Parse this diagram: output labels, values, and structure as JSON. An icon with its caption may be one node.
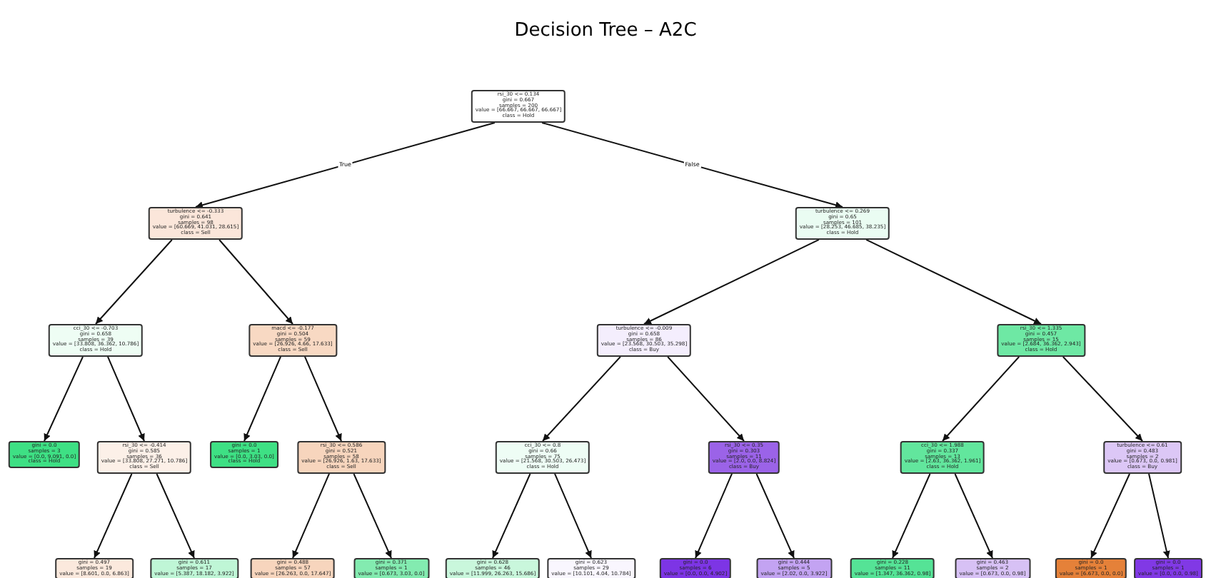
{
  "diagram": {
    "title": "Decision Tree – A2C",
    "nodes": [
      {
        "text": [
          "rsi_30 <= 0.134",
          "gini = 0.667",
          "samples = 200",
          "value = [66.667, 66.667, 66.667]",
          "class = Hold"
        ]
      },
      {
        "text": [
          "turbulence <= -0.333",
          "gini = 0.641",
          "samples = 98",
          "value = [60.669, 41.031, 28.615]",
          "class = Sell"
        ]
      },
      {
        "text": [
          "turbulence <= 0.269",
          "gini = 0.65",
          "samples = 101",
          "value = [28.253, 46.685, 38.235]",
          "class = Hold"
        ]
      },
      {
        "text": [
          "cci_30 <= -0.703",
          "gini = 0.658",
          "samples = 39",
          "value = [33.808, 36.362, 10.786]",
          "class = Hold"
        ]
      },
      {
        "text": [
          "macd <= -0.177",
          "gini = 0.504",
          "samples = 59",
          "value = [26.926, 4.66, 17.633]",
          "class = Sell"
        ]
      },
      {
        "text": [
          "turbulence <= -0.009",
          "gini = 0.658",
          "samples = 86",
          "value = [23.568, 30.503, 35.298]",
          "class = Buy"
        ]
      },
      {
        "text": [
          "rsi_30 <= 1.335",
          "gini = 0.457",
          "samples = 15",
          "value = [2.684, 36.362, 2.943]",
          "class = Hold"
        ]
      },
      {
        "text": [
          "gini = 0.0",
          "samples = 3",
          "value = [0.0, 9.091, 0.0]",
          "class = Hold"
        ]
      },
      {
        "text": [
          "rsi_30 <= -0.414",
          "gini = 0.585",
          "samples = 36",
          "value = [33.808, 27.271, 10.786]",
          "class = Sell"
        ]
      },
      {
        "text": [
          "gini = 0.0",
          "samples = 1",
          "value = [0.0, 3.03, 0.0]",
          "class = Hold"
        ]
      },
      {
        "text": [
          "rsi_30 <= 0.586",
          "gini = 0.521",
          "samples = 58",
          "value = [26.926, 1.63, 17.633]",
          "class = Sell"
        ]
      },
      {
        "text": [
          "cci_30 <= 0.8",
          "gini = 0.66",
          "samples = 75",
          "value = [21.568, 30.503, 26.473]",
          "class = Hold"
        ]
      },
      {
        "text": [
          "rsi_30 <= 0.35",
          "gini = 0.303",
          "samples = 11",
          "value = [2.0, 0.0, 8.824]",
          "class = Buy"
        ]
      },
      {
        "text": [
          "cci_30 <= 1.988",
          "gini = 0.337",
          "samples = 13",
          "value = [2.63, 36.362, 1.961]",
          "class = Hold"
        ]
      },
      {
        "text": [
          "turbulence <= 0.61",
          "gini = 0.483",
          "samples = 2",
          "value = [0.673, 0.0, 0.981]",
          "class = Buy"
        ]
      },
      {
        "text": [
          "gini = 0.497",
          "samples = 19",
          "value = [8.601, 0.0, 6.863]"
        ]
      },
      {
        "text": [
          "gini = 0.611",
          "samples = 17",
          "value = [5.387, 18.182, 3.922]"
        ]
      },
      {
        "text": [
          "gini = 0.488",
          "samples = 57",
          "value = [26.263, 0.0, 17.647]"
        ]
      },
      {
        "text": [
          "gini = 0.371",
          "samples = 1",
          "value = [0.673, 3.03, 0.0]"
        ]
      },
      {
        "text": [
          "gini = 0.628",
          "samples = 46",
          "value = [11.999, 26.263, 15.686]"
        ]
      },
      {
        "text": [
          "gini = 0.623",
          "samples = 29",
          "value = [10.101, 4.04, 10.784]"
        ]
      },
      {
        "text": [
          "gini = 0.0",
          "samples = 6",
          "value = [0.0, 0.0, 4.902]"
        ]
      },
      {
        "text": [
          "gini = 0.444",
          "samples = 5",
          "value = [2.02, 0.0, 3.922]"
        ]
      },
      {
        "text": [
          "gini = 0.228",
          "samples = 11",
          "value = [1.347, 36.362, 0.98]"
        ]
      },
      {
        "text": [
          "gini = 0.463",
          "samples = 2",
          "value = [0.673, 0.0, 0.98]"
        ]
      },
      {
        "text": [
          "gini = 0.0",
          "samples = 1",
          "value = [6.673, 0.0, 0.0]"
        ]
      },
      {
        "text": [
          "gini = 0.0",
          "samples = 1",
          "value = [0.0, 0.0, 0.98]"
        ]
      }
    ],
    "edges": [
      {
        "from": 0,
        "to": 1,
        "arrow": "to",
        "label": "True"
      },
      {
        "from": 0,
        "to": 2,
        "arrow": "to",
        "label": "False"
      },
      {
        "from": 1,
        "to": 3,
        "arrow": "to"
      },
      {
        "from": 1,
        "to": 4,
        "arrow": "to"
      },
      {
        "from": 2,
        "to": 5,
        "arrow": "to"
      },
      {
        "from": 2,
        "to": 6,
        "arrow": "to"
      },
      {
        "from": 3,
        "to": 7,
        "arrow": "to"
      },
      {
        "from": 3,
        "to": 8,
        "arrow": "to"
      },
      {
        "from": 4,
        "to": 9,
        "arrow": "to"
      },
      {
        "from": 4,
        "to": 10,
        "arrow": "to"
      },
      {
        "from": 5,
        "to": 11,
        "arrow": "to"
      },
      {
        "from": 5,
        "to": 12,
        "arrow": "to"
      },
      {
        "from": 6,
        "to": 13,
        "arrow": "to"
      },
      {
        "from": 6,
        "to": 14,
        "arrow": "to"
      },
      {
        "from": 8,
        "to": 15,
        "arrow": "to"
      },
      {
        "from": 8,
        "to": 16,
        "arrow": "to"
      },
      {
        "from": 10,
        "to": 17,
        "arrow": "to"
      },
      {
        "from": 10,
        "to": 18,
        "arrow": "to"
      },
      {
        "from": 11,
        "to": 19,
        "arrow": "to"
      },
      {
        "from": 11,
        "to": 20,
        "arrow": "to"
      },
      {
        "from": 12,
        "to": 21,
        "arrow": "to"
      },
      {
        "from": 12,
        "to": 22,
        "arrow": "to"
      },
      {
        "from": 13,
        "to": 23,
        "arrow": "to"
      },
      {
        "from": 13,
        "to": 24,
        "arrow": "to"
      },
      {
        "from": 14,
        "to": 25,
        "arrow": "to"
      },
      {
        "from": 14,
        "to": 26,
        "arrow": "to"
      }
    ]
  }
}
